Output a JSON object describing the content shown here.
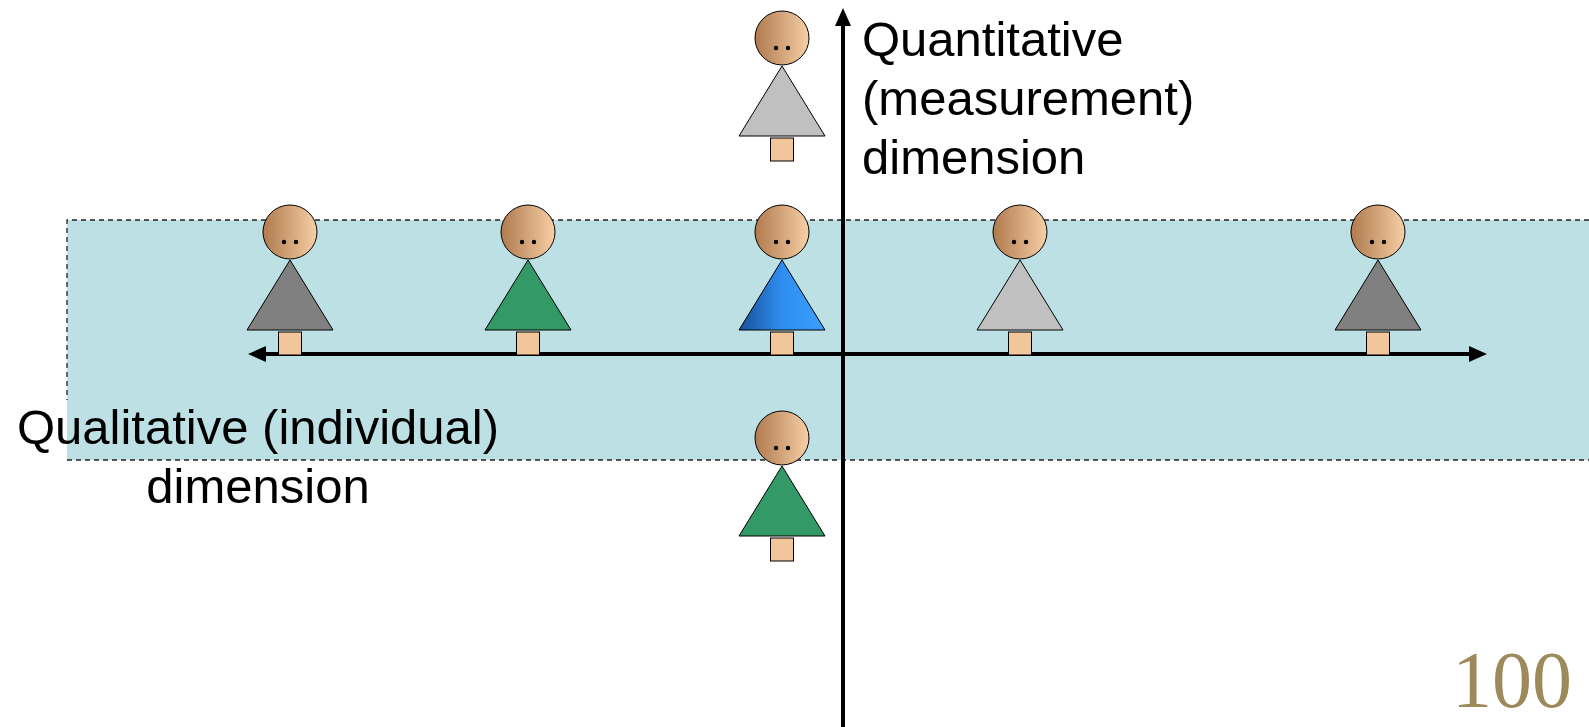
{
  "diagram": {
    "labels": [
      "Quantitative (measurement) dimension",
      "Qualitative (individual) dimension",
      "100"
    ]
  }
}
